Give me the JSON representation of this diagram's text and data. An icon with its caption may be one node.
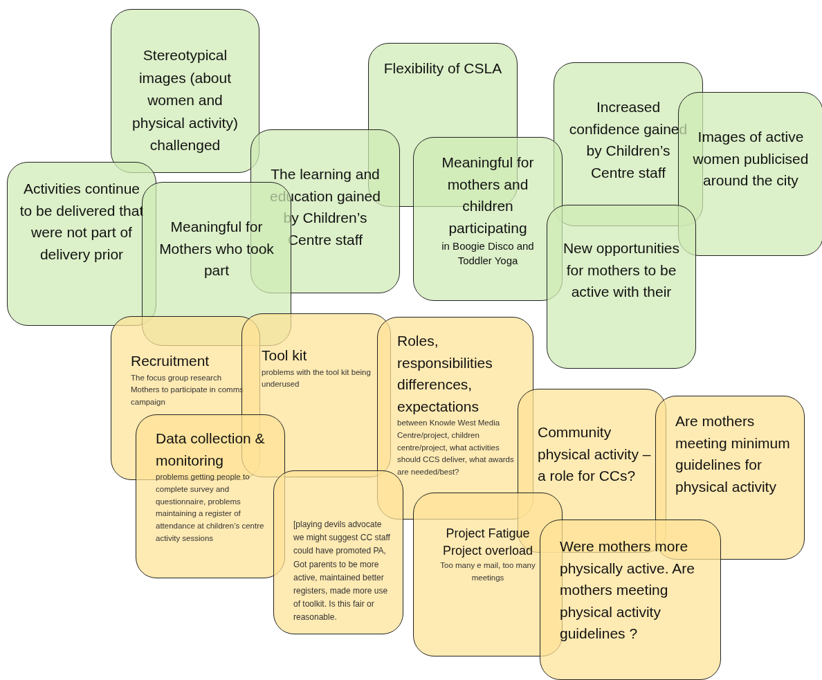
{
  "diagram": {
    "nodes": [
      {
        "text": [
          "Stereotypical images (about women and physical activity) challenged"
        ]
      },
      {
        "text": [
          "Flexibility of CSLA"
        ]
      },
      {
        "text": [
          "Increased confidence gained by Children’s Centre staff"
        ]
      },
      {
        "text": [
          "Images of active women publicised around the city"
        ]
      },
      {
        "text": [
          "Activities continue to be delivered that were not part of delivery prior"
        ]
      },
      {
        "text": [
          "The learning and education gained by Children’s Centre staff"
        ]
      },
      {
        "text": [
          "Meaningful for mothers and children participating",
          "in Boogie Disco and Toddler Yoga"
        ]
      },
      {
        "text": [
          "Meaningful for Mothers who took part"
        ]
      },
      {
        "text": [
          "New opportunities for mothers to be active with their"
        ]
      },
      {
        "text": [
          "Recruitment",
          "The focus group research Mothers to participate in comms campaign"
        ]
      },
      {
        "text": [
          "Tool kit",
          "problems with the tool kit being underused"
        ]
      },
      {
        "text": [
          "Roles, responsibilities differences, expectations",
          "between Knowle West Media Centre/project, children centre/project, what activities should CCS deliver, what awards are needed/best?"
        ]
      },
      {
        "text": [
          "Community physical activity – a role for CCs?"
        ]
      },
      {
        "text": [
          "Are mothers meeting minimum guidelines for physical activity"
        ]
      },
      {
        "text": [
          "Data collection & monitoring",
          "problems getting people to complete survey and questionnaire, problems maintaining a register of attendance at children’s centre activity sessions"
        ]
      },
      {
        "text": [
          "[playing devils advocate we might suggest CC staff could have promoted PA, Got parents to be more active, maintained better registers, made more use of toolkit. Is this fair or reasonable."
        ]
      },
      {
        "text": [
          "Project Fatigue Project overload",
          "Too many e mail, too many meetings"
        ]
      },
      {
        "text": [
          "Were mothers more physically active. Are mothers meeting physical activity guidelines ?"
        ]
      }
    ]
  }
}
